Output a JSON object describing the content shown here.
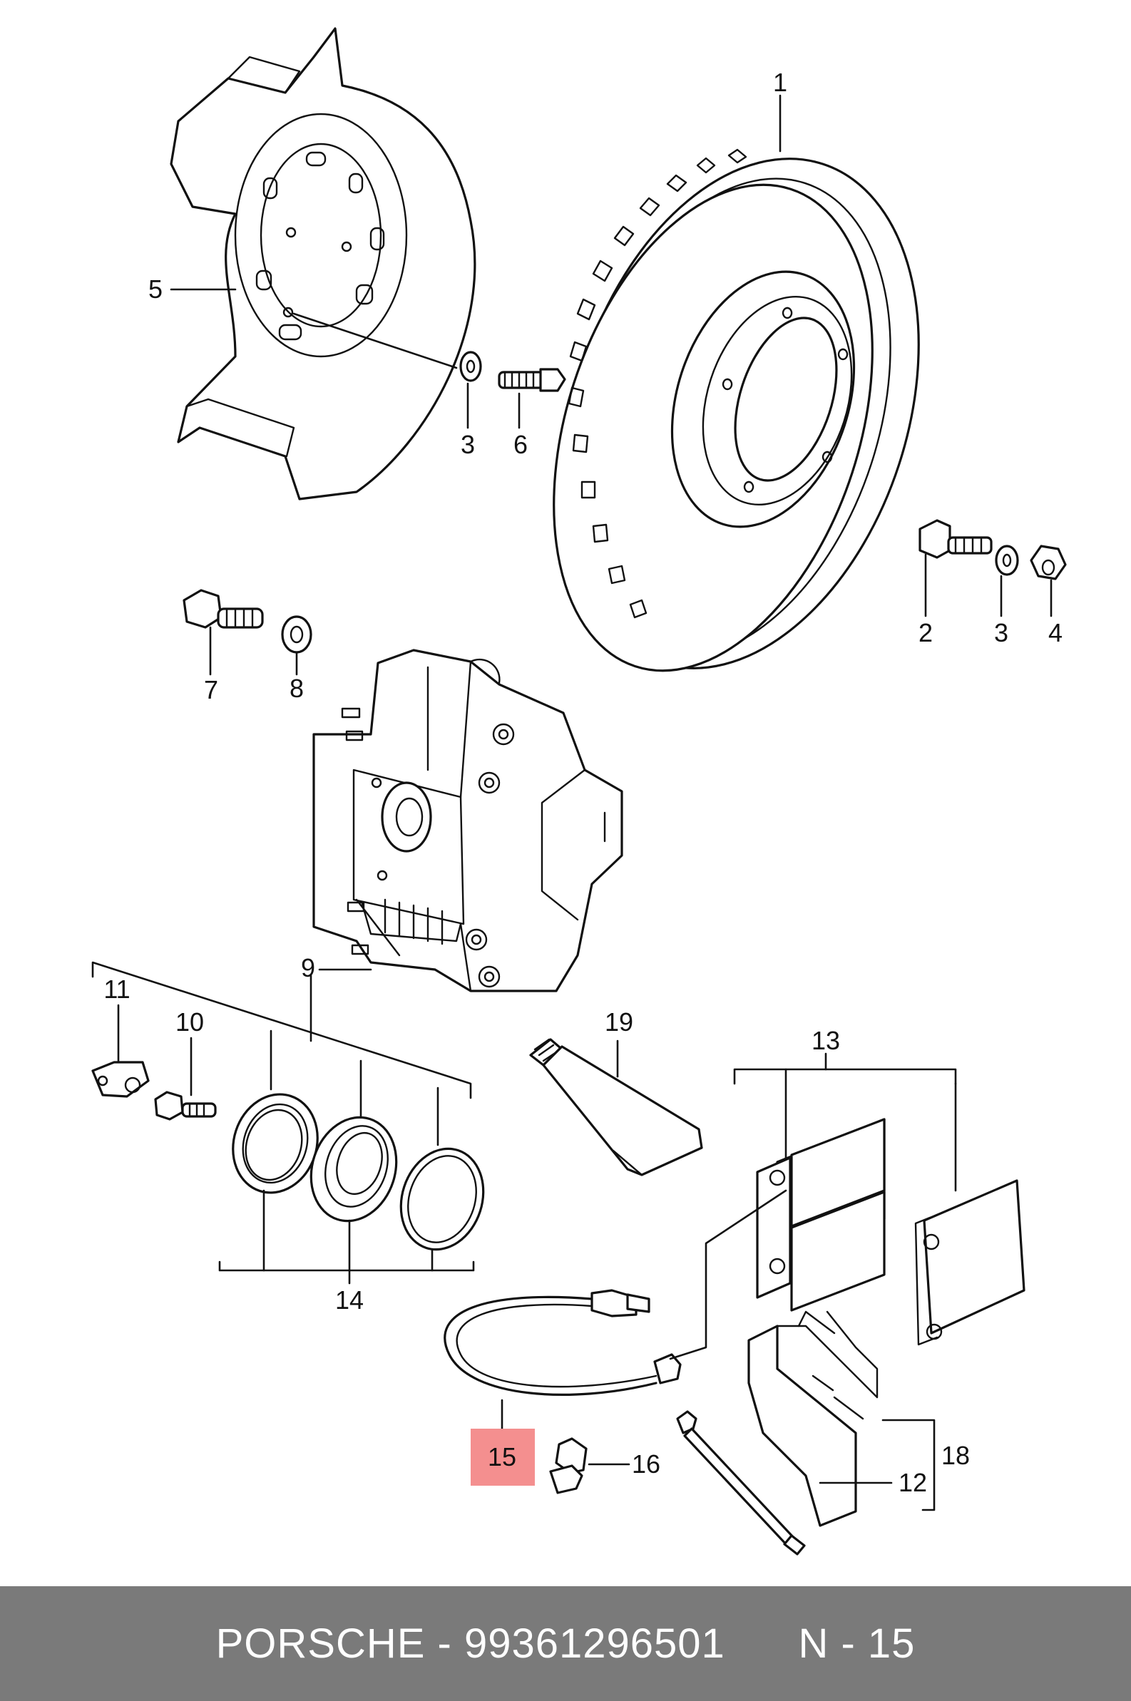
{
  "callouts": [
    {
      "id": "1",
      "label": "1"
    },
    {
      "id": "2",
      "label": "2"
    },
    {
      "id": "3a",
      "label": "3"
    },
    {
      "id": "3b",
      "label": "3"
    },
    {
      "id": "4",
      "label": "4"
    },
    {
      "id": "5",
      "label": "5"
    },
    {
      "id": "6",
      "label": "6"
    },
    {
      "id": "7",
      "label": "7"
    },
    {
      "id": "8",
      "label": "8"
    },
    {
      "id": "9",
      "label": "9"
    },
    {
      "id": "10",
      "label": "10"
    },
    {
      "id": "11",
      "label": "11"
    },
    {
      "id": "12",
      "label": "12"
    },
    {
      "id": "13",
      "label": "13"
    },
    {
      "id": "14",
      "label": "14"
    },
    {
      "id": "15",
      "label": "15",
      "highlighted": true
    },
    {
      "id": "16",
      "label": "16"
    },
    {
      "id": "18",
      "label": "18"
    },
    {
      "id": "19",
      "label": "19"
    }
  ],
  "colors": {
    "highlight": "#f48f8f",
    "footer_bg": "#7a7a7a",
    "footer_text": "#ffffff"
  },
  "footer": {
    "text": "PORSCHE - 99361296501      N - 15"
  }
}
